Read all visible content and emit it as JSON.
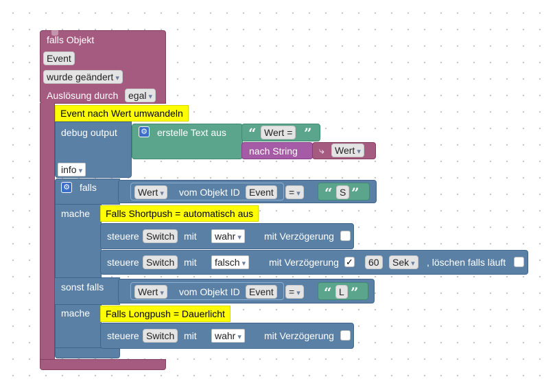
{
  "trigger": {
    "title": "falls Objekt",
    "object_id": "Event",
    "change_mode": "wurde geändert",
    "trigger_by_label": "Auslösung durch",
    "trigger_by_value": "egal"
  },
  "comments": {
    "convert": "Event nach Wert umwandeln",
    "shortpush": "Falls Shortpush = automatisch aus",
    "longpush": "Falls Longpush = Dauerlicht"
  },
  "debug": {
    "label": "debug output",
    "create_text_label": "erstelle Text aus",
    "text_literal": "Wert =",
    "to_string_label": "nach String",
    "variable": "Wert",
    "level": "info"
  },
  "if_block": {
    "if_label": "falls",
    "do_label": "mache",
    "else_if_label": "sonst falls",
    "conditions": [
      {
        "property": "Wert",
        "of_object_label": "vom Objekt ID",
        "object": "Event",
        "operator": "=",
        "value": "S"
      },
      {
        "property": "Wert",
        "of_object_label": "vom Objekt ID",
        "object": "Event",
        "operator": "=",
        "value": "L"
      }
    ]
  },
  "controls": [
    {
      "label": "steuere",
      "target": "Switch",
      "with_label": "mit",
      "value": "wahr",
      "delay_label": "mit Verzögerung",
      "delay_checked": false
    },
    {
      "label": "steuere",
      "target": "Switch",
      "with_label": "mit",
      "value": "falsch",
      "delay_label": "mit Verzögerung",
      "delay_checked": true,
      "delay_value": "60",
      "delay_unit": "Sek",
      "clear_label": ", löschen falls läuft",
      "clear_checked": false
    },
    {
      "label": "steuere",
      "target": "Switch",
      "with_label": "mit",
      "value": "wahr",
      "delay_label": "mit Verzögerung",
      "delay_checked": false
    }
  ],
  "icons": {
    "gear": "gear-icon",
    "return": "return-arrow-icon",
    "check": "check-icon",
    "dropdown": "chevron-down-icon"
  },
  "colors": {
    "event": "#a55b80",
    "logic": "#5b80a5",
    "text": "#5ba58c",
    "conversion": "#a55ba5",
    "comment": "#ffff00"
  },
  "check_mark": "✓"
}
